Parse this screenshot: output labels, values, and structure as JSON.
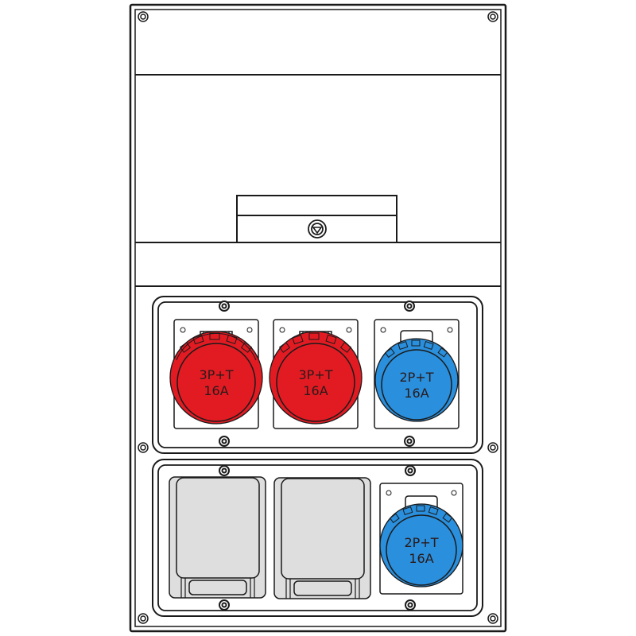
{
  "enclosure": {
    "frame_color": "#1a1a1a",
    "background": "#ffffff",
    "panel_fill": "#dedede"
  },
  "colors": {
    "red_socket": "#e21b23",
    "blue_socket": "#2a8fdc",
    "label_text": "#2a1a1a"
  },
  "top_panel": {
    "lock_icon": "triangle-key-lock"
  },
  "sockets": [
    {
      "id": "socket-1",
      "type": "3P+T",
      "rating": "16A",
      "color": "red"
    },
    {
      "id": "socket-2",
      "type": "3P+T",
      "rating": "16A",
      "color": "red"
    },
    {
      "id": "socket-3",
      "type": "2P+T",
      "rating": "16A",
      "color": "blue"
    },
    {
      "id": "socket-4",
      "type": "2P+T",
      "rating": "16A",
      "color": "blue"
    }
  ],
  "blank_modules": [
    {
      "id": "blank-1"
    },
    {
      "id": "blank-2"
    }
  ]
}
